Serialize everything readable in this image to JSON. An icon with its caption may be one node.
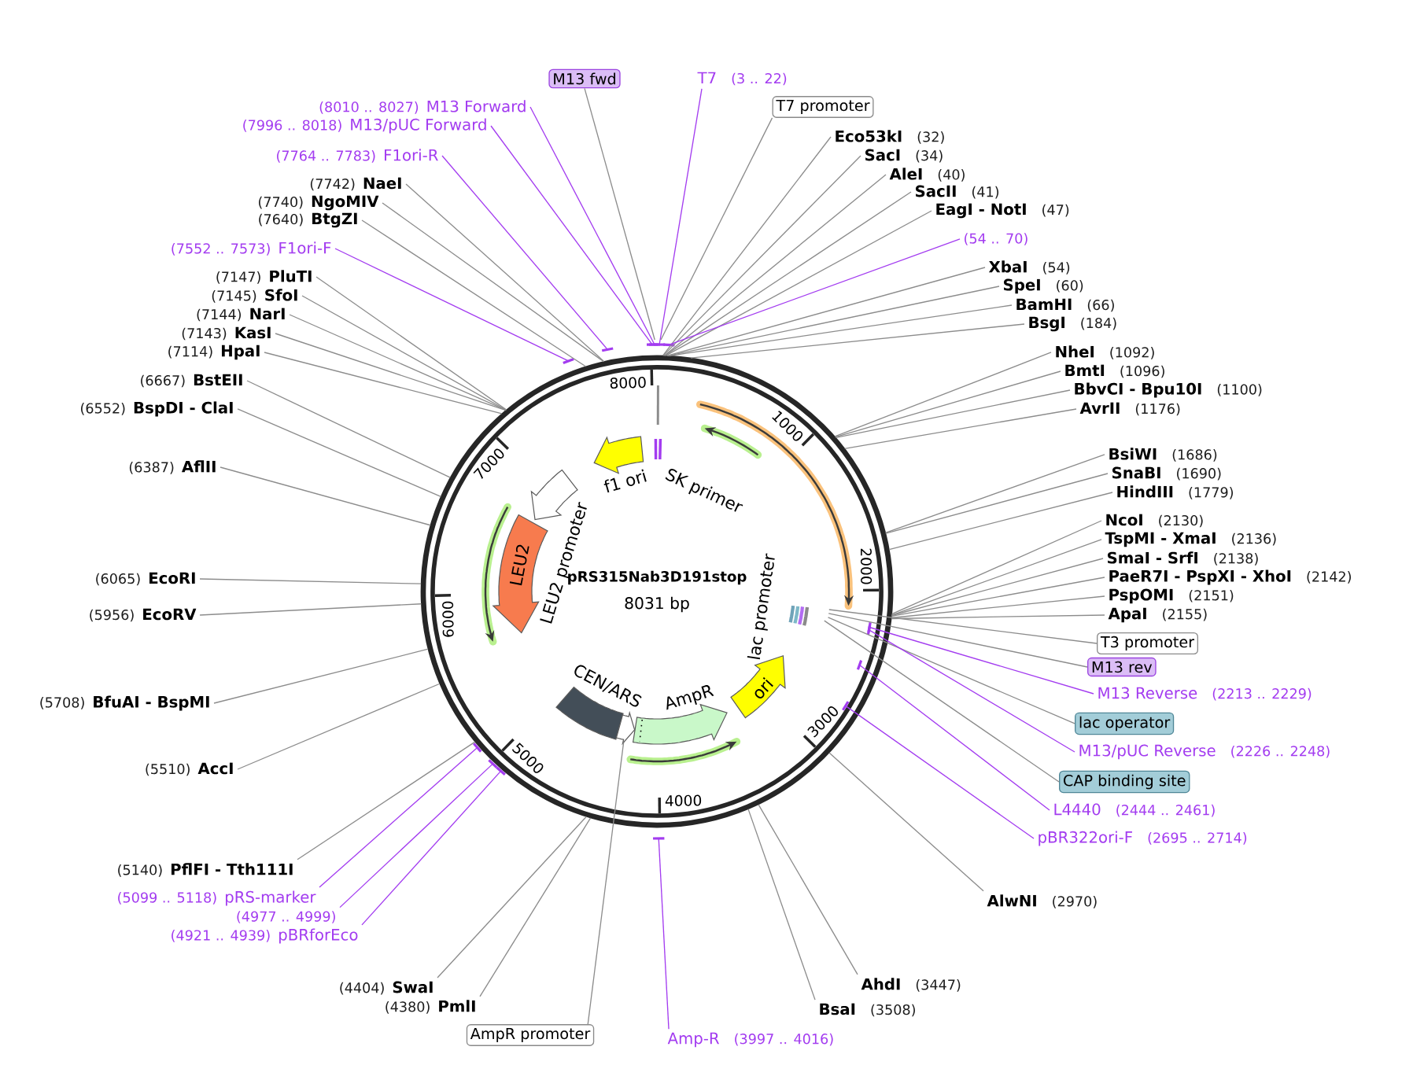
{
  "diagram": {
    "nodes": [
      {
        "text": [
          "pRS315Nab3D191stop",
          "8031 bp"
        ]
      },
      {
        "text": [
          "f1 ori"
        ],
        "in": 0
      },
      {
        "text": [
          "SK primer"
        ],
        "in": 0
      },
      {
        "text": [
          "LEU2 promoter"
        ],
        "in": 0
      },
      {
        "text": [
          "LEU2"
        ],
        "in": 0
      },
      {
        "text": [
          "lac promoter"
        ],
        "in": 0
      },
      {
        "text": [
          "CEN/ARS"
        ],
        "in": 0
      },
      {
        "text": [
          "AmpR"
        ],
        "in": 0
      },
      {
        "text": [
          "ori"
        ],
        "in": 0
      },
      {
        "text": [],
        "shape": "arrow",
        "in": 0
      },
      {
        "text": [
          "M13 fwd"
        ]
      },
      {
        "text": [
          "T7",
          "(3 .. 22)"
        ]
      },
      {
        "text": [
          "T7 promoter"
        ]
      },
      {
        "text": [
          "(8010 .. 8027)",
          "M13 Forward"
        ]
      },
      {
        "text": [
          "(7996 .. 8018)",
          "M13/pUC Forward"
        ]
      },
      {
        "text": [
          "(7764 .. 7783)",
          "F1ori-R"
        ]
      },
      {
        "text": [
          "(7742)",
          "NaeI"
        ]
      },
      {
        "text": [
          "(7740)",
          "NgoMIV"
        ]
      },
      {
        "text": [
          "(7640)",
          "BtgZI"
        ]
      },
      {
        "text": [
          "(7552 .. 7573)",
          "F1ori-F"
        ]
      },
      {
        "text": [
          "(7147)",
          "PluTI"
        ]
      },
      {
        "text": [
          "(7145)",
          "SfoI"
        ]
      },
      {
        "text": [
          "(7144)",
          "NarI"
        ]
      },
      {
        "text": [
          "(7143)",
          "KasI"
        ]
      },
      {
        "text": [
          "(7114)",
          "HpaI"
        ]
      },
      {
        "text": [
          "(6667)",
          "BstEII"
        ]
      },
      {
        "text": [
          "(6552)",
          "BspDI - ClaI"
        ]
      },
      {
        "text": [
          "(6387)",
          "AflII"
        ]
      },
      {
        "text": [
          "(6065)",
          "EcoRI"
        ]
      },
      {
        "text": [
          "(5956)",
          "EcoRV"
        ]
      },
      {
        "text": [
          "(5708)",
          "BfuAI - BspMI"
        ]
      },
      {
        "text": [
          "(5510)",
          "AccI"
        ]
      },
      {
        "text": [
          "(5140)",
          "PflFI - Tth111I"
        ]
      },
      {
        "text": [
          "(5099 .. 5118)",
          "pRS-marker"
        ]
      },
      {
        "text": [
          "(4977 .. 4999)"
        ]
      },
      {
        "text": [
          "(4921 .. 4939)",
          "pBRforEco"
        ]
      },
      {
        "text": [
          "(4404)",
          "SwaI"
        ]
      },
      {
        "text": [
          "(4380)",
          "PmlI"
        ]
      },
      {
        "text": [
          "AmpR promoter"
        ]
      },
      {
        "text": [
          "Amp-R",
          "(3997 .. 4016)"
        ]
      },
      {
        "text": [
          "Eco53kI",
          "(32)"
        ]
      },
      {
        "text": [
          "SacI",
          "(34)"
        ]
      },
      {
        "text": [
          "AleI",
          "(40)"
        ]
      },
      {
        "text": [
          "SacII",
          "(41)"
        ]
      },
      {
        "text": [
          "EagI - NotI",
          "(47)"
        ]
      },
      {
        "text": [
          "(54 .. 70)"
        ]
      },
      {
        "text": [
          "XbaI",
          "(54)"
        ]
      },
      {
        "text": [
          "SpeI",
          "(60)"
        ]
      },
      {
        "text": [
          "BamHI",
          "(66)"
        ]
      },
      {
        "text": [
          "BsgI",
          "(184)"
        ]
      },
      {
        "text": [
          "NheI",
          "(1092)"
        ]
      },
      {
        "text": [
          "BmtI",
          "(1096)"
        ]
      },
      {
        "text": [
          "BbvCI - Bpu10I",
          "(1100)"
        ]
      },
      {
        "text": [
          "AvrII",
          "(1176)"
        ]
      },
      {
        "text": [
          "BsiWI",
          "(1686)"
        ]
      },
      {
        "text": [
          "SnaBI",
          "(1690)"
        ]
      },
      {
        "text": [
          "HindIII",
          "(1779)"
        ]
      },
      {
        "text": [
          "NcoI",
          "(2130)"
        ]
      },
      {
        "text": [
          "TspMI - XmaI",
          "(2136)"
        ]
      },
      {
        "text": [
          "SmaI - SrfI",
          "(2138)"
        ]
      },
      {
        "text": [
          "PaeR7I - PspXI - XhoI",
          "(2142)"
        ]
      },
      {
        "text": [
          "PspOMI",
          "(2151)"
        ]
      },
      {
        "text": [
          "ApaI",
          "(2155)"
        ]
      },
      {
        "text": [
          "T3 promoter"
        ]
      },
      {
        "text": [
          "M13 rev"
        ]
      },
      {
        "text": [
          "M13 Reverse",
          "(2213 .. 2229)"
        ]
      },
      {
        "text": [
          "lac operator"
        ]
      },
      {
        "text": [
          "M13/pUC Reverse",
          "(2226 .. 2248)"
        ]
      },
      {
        "text": [
          "CAP binding site"
        ]
      },
      {
        "text": [
          "L4440",
          "(2444 .. 2461)"
        ]
      },
      {
        "text": [
          "pBR322ori-F",
          "(2695 .. 2714)"
        ]
      },
      {
        "text": [
          "AlwNI",
          "(2970)"
        ]
      },
      {
        "text": [
          "AhdI",
          "(3447)"
        ]
      },
      {
        "text": [
          "BsaI",
          "(3508)"
        ]
      }
    ],
    "edges": [
      {
        "from": 10,
        "to": 0,
        "arrow": "none"
      },
      {
        "from": 11,
        "to": 0,
        "arrow": "none",
        "color": "#a33cf0"
      },
      {
        "from": 12,
        "to": 0,
        "arrow": "none"
      },
      {
        "from": 13,
        "to": 0,
        "arrow": "none",
        "color": "#a33cf0"
      },
      {
        "from": 14,
        "to": 0,
        "arrow": "none",
        "color": "#a33cf0"
      },
      {
        "from": 15,
        "to": 0,
        "arrow": "none",
        "color": "#a33cf0"
      },
      {
        "from": 16,
        "to": 0,
        "arrow": "none"
      },
      {
        "from": 17,
        "to": 0,
        "arrow": "none"
      },
      {
        "from": 18,
        "to": 0,
        "arrow": "none"
      },
      {
        "from": 19,
        "to": 0,
        "arrow": "none",
        "color": "#a33cf0"
      },
      {
        "from": 20,
        "to": 0,
        "arrow": "none"
      },
      {
        "from": 21,
        "to": 0,
        "arrow": "none"
      },
      {
        "from": 22,
        "to": 0,
        "arrow": "none"
      },
      {
        "from": 23,
        "to": 0,
        "arrow": "none"
      },
      {
        "from": 24,
        "to": 0,
        "arrow": "none"
      },
      {
        "from": 25,
        "to": 0,
        "arrow": "none"
      },
      {
        "from": 26,
        "to": 0,
        "arrow": "none"
      },
      {
        "from": 27,
        "to": 0,
        "arrow": "none"
      },
      {
        "from": 28,
        "to": 0,
        "arrow": "none"
      },
      {
        "from": 29,
        "to": 0,
        "arrow": "none"
      },
      {
        "from": 30,
        "to": 0,
        "arrow": "none"
      },
      {
        "from": 31,
        "to": 0,
        "arrow": "none"
      },
      {
        "from": 32,
        "to": 0,
        "arrow": "none"
      },
      {
        "from": 33,
        "to": 0,
        "arrow": "none",
        "color": "#a33cf0"
      },
      {
        "from": 34,
        "to": 0,
        "arrow": "none",
        "color": "#a33cf0"
      },
      {
        "from": 35,
        "to": 0,
        "arrow": "none",
        "color": "#a33cf0"
      },
      {
        "from": 36,
        "to": 0,
        "arrow": "none"
      },
      {
        "from": 37,
        "to": 0,
        "arrow": "none"
      },
      {
        "from": 38,
        "to": 9,
        "arrow": "none"
      },
      {
        "from": 39,
        "to": 0,
        "arrow": "none",
        "color": "#a33cf0"
      },
      {
        "from": 40,
        "to": 0,
        "arrow": "none"
      },
      {
        "from": 41,
        "to": 0,
        "arrow": "none"
      },
      {
        "from": 42,
        "to": 0,
        "arrow": "none"
      },
      {
        "from": 43,
        "to": 0,
        "arrow": "none"
      },
      {
        "from": 44,
        "to": 0,
        "arrow": "none"
      },
      {
        "from": 45,
        "to": 0,
        "arrow": "none",
        "color": "#a33cf0"
      },
      {
        "from": 46,
        "to": 0,
        "arrow": "none"
      },
      {
        "from": 47,
        "to": 0,
        "arrow": "none"
      },
      {
        "from": 48,
        "to": 0,
        "arrow": "none"
      },
      {
        "from": 49,
        "to": 0,
        "arrow": "none"
      },
      {
        "from": 50,
        "to": 0,
        "arrow": "none"
      },
      {
        "from": 51,
        "to": 0,
        "arrow": "none"
      },
      {
        "from": 52,
        "to": 0,
        "arrow": "none"
      },
      {
        "from": 53,
        "to": 0,
        "arrow": "none"
      },
      {
        "from": 54,
        "to": 0,
        "arrow": "none"
      },
      {
        "from": 55,
        "to": 0,
        "arrow": "none"
      },
      {
        "from": 56,
        "to": 0,
        "arrow": "none"
      },
      {
        "from": 57,
        "to": 0,
        "arrow": "none"
      },
      {
        "from": 58,
        "to": 0,
        "arrow": "none"
      },
      {
        "from": 59,
        "to": 0,
        "arrow": "none"
      },
      {
        "from": 60,
        "to": 0,
        "arrow": "none"
      },
      {
        "from": 61,
        "to": 0,
        "arrow": "none"
      },
      {
        "from": 62,
        "to": 0,
        "arrow": "none"
      },
      {
        "from": 63,
        "to": 0,
        "arrow": "none"
      },
      {
        "from": 64,
        "to": 0,
        "arrow": "none"
      },
      {
        "from": 65,
        "to": 0,
        "arrow": "none",
        "color": "#a33cf0"
      },
      {
        "from": 66,
        "to": 0,
        "arrow": "none"
      },
      {
        "from": 67,
        "to": 0,
        "arrow": "none",
        "color": "#a33cf0"
      },
      {
        "from": 68,
        "to": 0,
        "arrow": "none"
      },
      {
        "from": 69,
        "to": 0,
        "arrow": "none",
        "color": "#a33cf0"
      },
      {
        "from": 70,
        "to": 0,
        "arrow": "none",
        "color": "#a33cf0"
      },
      {
        "from": 71,
        "to": 0,
        "arrow": "none"
      },
      {
        "from": 72,
        "to": 0,
        "arrow": "none"
      },
      {
        "from": 73,
        "to": 0,
        "arrow": "none"
      }
    ],
    "labels": [
      "1000",
      "2000",
      "3000",
      "4000",
      "5000",
      "6000",
      "7000",
      "8000"
    ]
  }
}
